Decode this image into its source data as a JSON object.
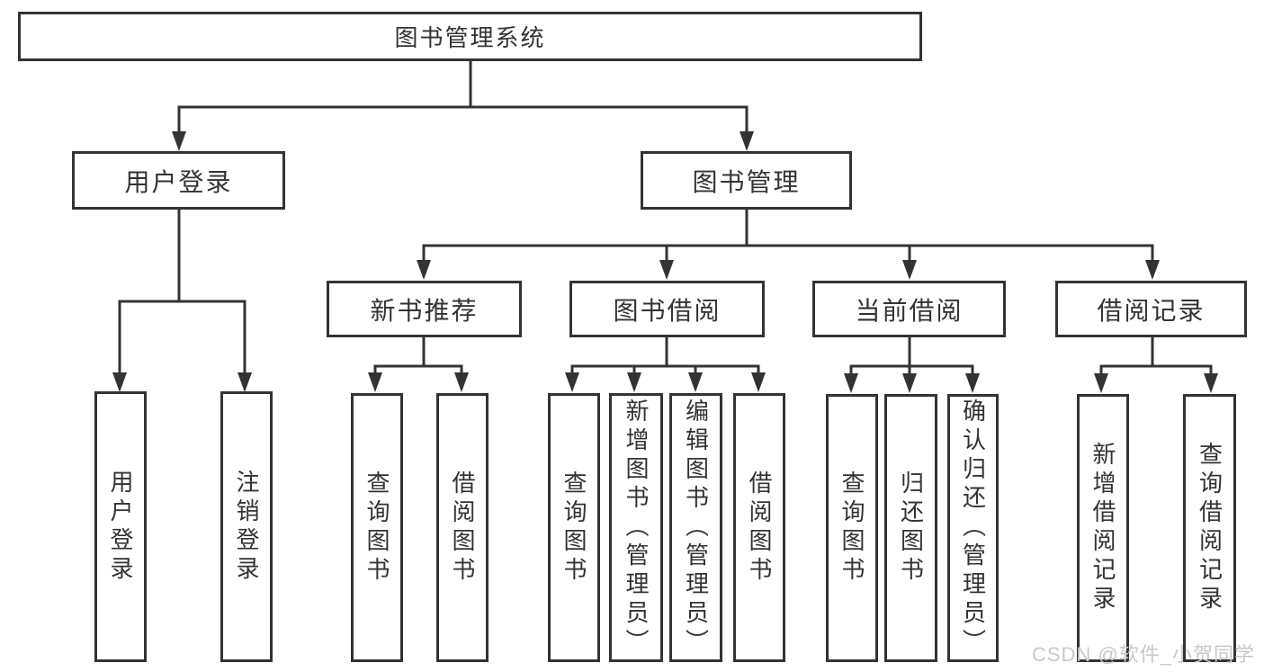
{
  "diagram_title": "图书管理系统",
  "tree": {
    "root": {
      "label": "图书管理系统"
    },
    "branches": [
      {
        "label": "用户登录",
        "children": [
          {
            "label": "用户登录"
          },
          {
            "label": "注销登录"
          }
        ]
      },
      {
        "label": "图书管理",
        "children": [
          {
            "label": "新书推荐",
            "children": [
              {
                "label": "查询图书"
              },
              {
                "label": "借阅图书"
              }
            ]
          },
          {
            "label": "图书借阅",
            "children": [
              {
                "label": "查询图书"
              },
              {
                "label": "新增图书（管理员）"
              },
              {
                "label": "编辑图书（管理员）"
              },
              {
                "label": "借阅图书"
              }
            ]
          },
          {
            "label": "当前借阅",
            "children": [
              {
                "label": "查询图书"
              },
              {
                "label": "归还图书"
              },
              {
                "label": "确认归还（管理员）"
              }
            ]
          },
          {
            "label": "借阅记录",
            "children": [
              {
                "label": "新增借阅记录"
              },
              {
                "label": "查询借阅记录"
              }
            ]
          }
        ]
      }
    ]
  },
  "watermark": "CSDN @软件_小贺同学",
  "colors": {
    "line": "#333333",
    "text": "#333333",
    "box_background": "#ffffff",
    "watermark": "#c9c9c9",
    "background": "#ffffff"
  }
}
